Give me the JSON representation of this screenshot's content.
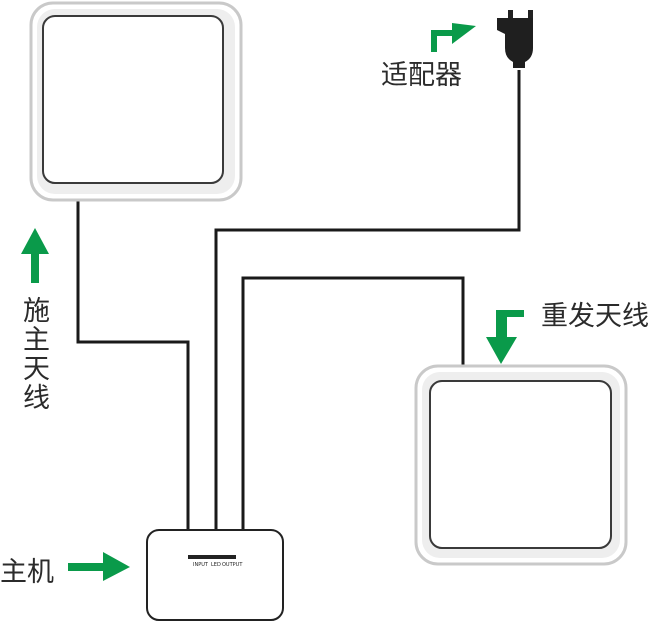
{
  "labels": {
    "adapter": "适配器",
    "main_antenna": "施主天线",
    "relay_antenna": "重发天线",
    "host": "主机"
  },
  "ports": {
    "input": "INPUT",
    "led": "LED",
    "output": "OUTPUT"
  },
  "colors": {
    "arrow": "#0a9a4a",
    "frame_outer": "#cfcfcf",
    "cable": "#1a1a1a"
  },
  "icons": [
    "power-adapter-icon",
    "arrow-icon"
  ]
}
